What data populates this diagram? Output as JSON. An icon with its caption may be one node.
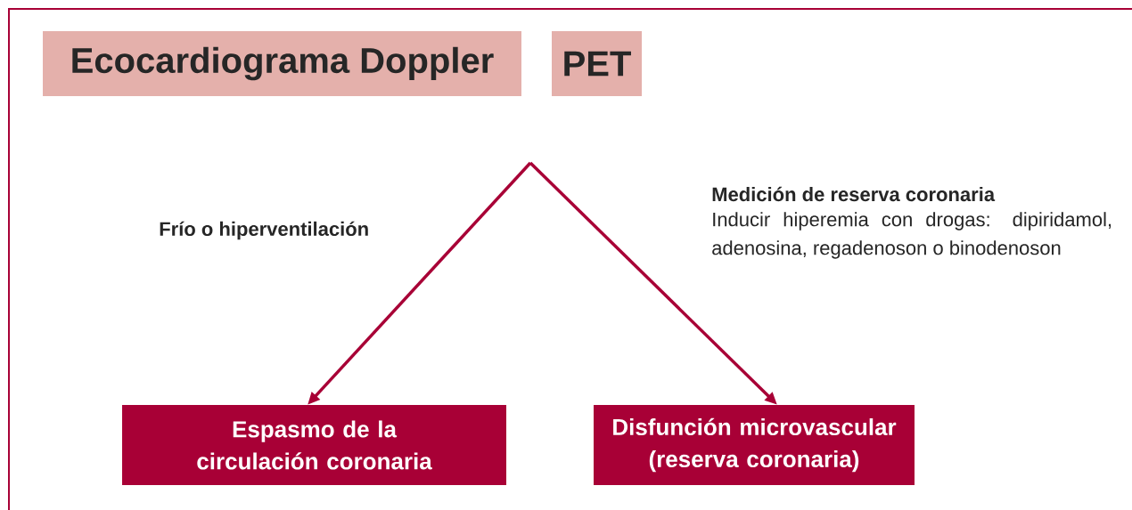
{
  "diagram": {
    "nodes": [
      {
        "text": [
          "Ecocardiograma Doppler"
        ]
      },
      {
        "text": [
          "PET"
        ]
      },
      {
        "text": [
          "Espasmo de la circulación coronaria"
        ]
      },
      {
        "text": [
          "Disfunción microvascular (reserva coronaria)"
        ]
      }
    ],
    "edges": [
      {
        "from": null,
        "to": 2,
        "arrow": "to"
      },
      {
        "from": null,
        "to": 3,
        "arrow": "to"
      }
    ],
    "labels": [
      "Frío o hiperventilación",
      "Medición de reserva coronaria",
      "Inducir hiperemia con drogas: dipiridamol, adenosina, regadenoson o binodenoson"
    ]
  }
}
